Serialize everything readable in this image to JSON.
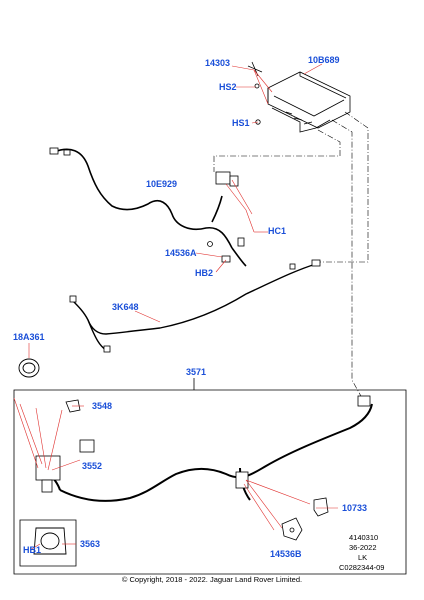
{
  "diagram": {
    "callouts": {
      "p14303": "14303",
      "p10b689": "10B689",
      "hs2": "HS2",
      "hs1": "HS1",
      "p10e929": "10E929",
      "hc1": "HC1",
      "p14536a": "14536A",
      "hb2": "HB2",
      "p3k648": "3K648",
      "p18a361": "18A361",
      "p3571": "3571",
      "p3548": "3548",
      "p3552": "3552",
      "p10733": "10733",
      "p3563": "3563",
      "hb1": "HB1",
      "p14536b": "14536B"
    },
    "meta": {
      "ref_number": "4140310",
      "date_code": "36-2022",
      "author_code": "LK",
      "image_code": "C0282344-09"
    },
    "copyright": "© Copyright, 2018 - 2022. Jaguar Land Rover Limited."
  },
  "colors": {
    "callout_text": "#1a4fd8",
    "leader_line": "#e0302e",
    "drawing_line": "#000000"
  }
}
